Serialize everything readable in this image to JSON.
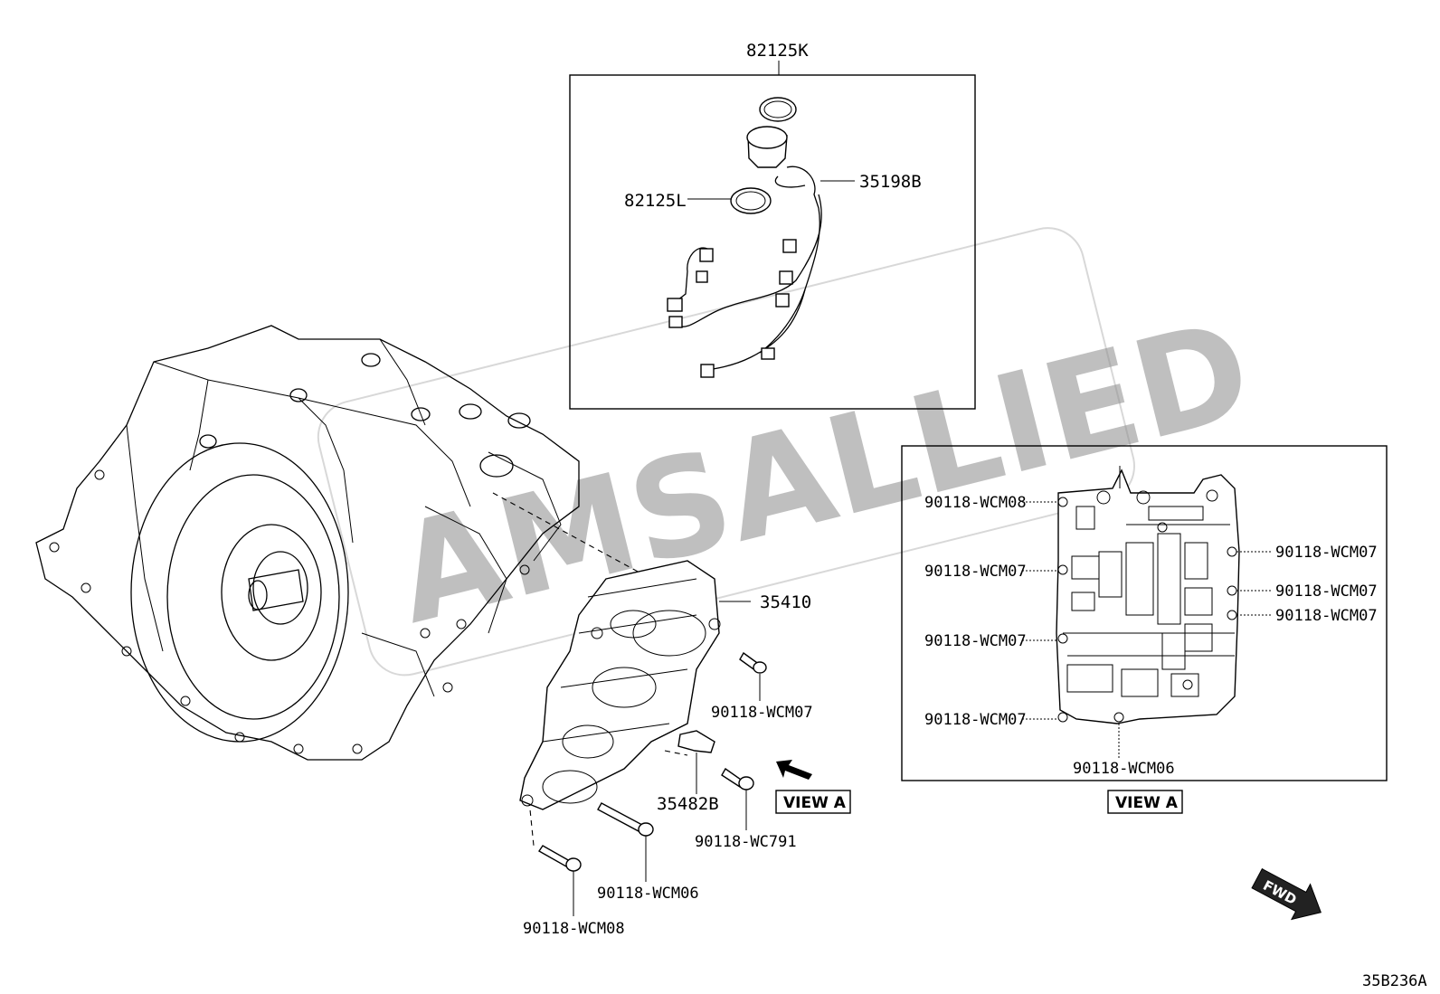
{
  "watermark": "AMSALLIED",
  "diagram_id": "35B236A",
  "fwd_label": "FWD",
  "view_a_label": "VIEW A",
  "view_a_caption": "VIEW A",
  "parts": {
    "harness_kit": "82125K",
    "harness_seal": "82125L",
    "wire_harness": "35198B",
    "valve_body": "35410",
    "sensor": "35482B",
    "bolt_wcm07": "90118-WCM07",
    "bolt_wc791": "90118-WC791",
    "bolt_wcm06": "90118-WCM06",
    "bolt_wcm08": "90118-WCM08"
  },
  "view_a_parts": {
    "left_1": "90118-WCM08",
    "left_2": "90118-WCM07",
    "left_3": "90118-WCM07",
    "left_4": "90118-WCM07",
    "bottom": "90118-WCM06",
    "right_1": "90118-WCM07",
    "right_2": "90118-WCM07",
    "right_3": "90118-WCM07"
  }
}
